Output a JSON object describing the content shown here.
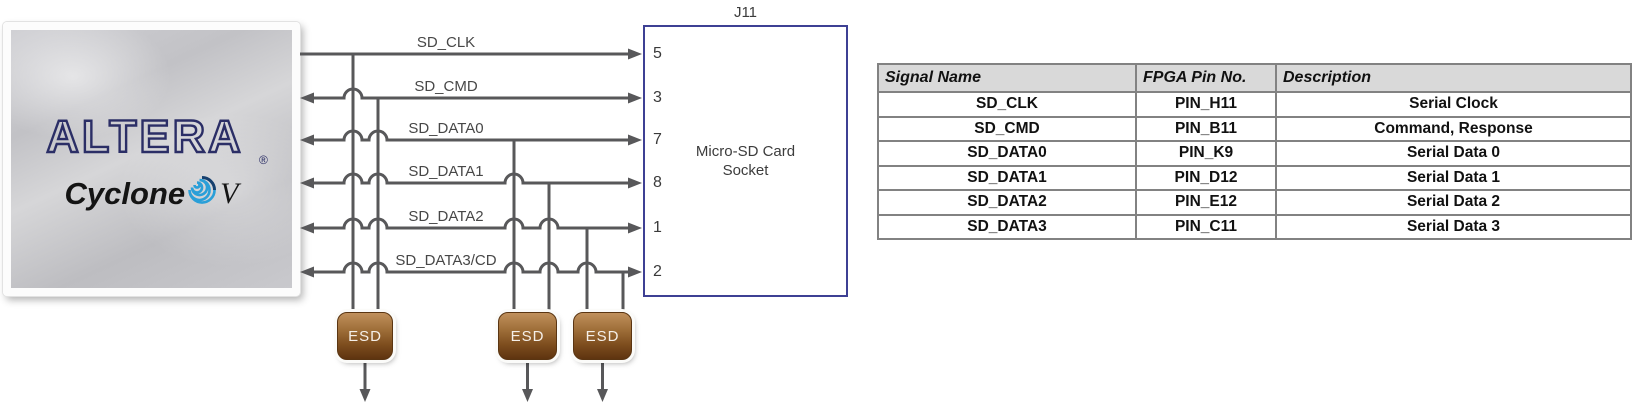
{
  "diagram": {
    "chip": {
      "brand": "ALTERA",
      "registered_mark": "®",
      "family": "Cyclone",
      "family_suffix": "V"
    },
    "connector": {
      "designator": "J11",
      "title_line1": "Micro-SD Card",
      "title_line2": "Socket"
    },
    "esd_label": "ESD",
    "signals": [
      {
        "name": "SD_CLK",
        "pin": "5",
        "direction": "to-socket"
      },
      {
        "name": "SD_CMD",
        "pin": "3",
        "direction": "bidirectional"
      },
      {
        "name": "SD_DATA0",
        "pin": "7",
        "direction": "bidirectional"
      },
      {
        "name": "SD_DATA1",
        "pin": "8",
        "direction": "bidirectional"
      },
      {
        "name": "SD_DATA2",
        "pin": "1",
        "direction": "bidirectional"
      },
      {
        "name": "SD_DATA3/CD",
        "pin": "2",
        "direction": "bidirectional"
      }
    ]
  },
  "table": {
    "headers": [
      "Signal Name",
      "FPGA Pin No.",
      "Description"
    ],
    "rows": [
      [
        "SD_CLK",
        "PIN_H11",
        "Serial Clock"
      ],
      [
        "SD_CMD",
        "PIN_B11",
        "Command, Response"
      ],
      [
        "SD_DATA0",
        "PIN_K9",
        "Serial Data 0"
      ],
      [
        "SD_DATA1",
        "PIN_D12",
        "Serial Data 1"
      ],
      [
        "SD_DATA2",
        "PIN_E12",
        "Serial Data 2"
      ],
      [
        "SD_DATA3",
        "PIN_C11",
        "Serial Data 3"
      ]
    ]
  },
  "colors": {
    "wire": "#58585a",
    "label_text": "#474747",
    "connector_border": "#3e4094",
    "table_border": "#828282",
    "table_header_bg": "#d9d9d9",
    "esd_gradient_top": "#c0905c",
    "esd_gradient_bottom": "#5e3410",
    "altera_navy": "#2b2e66",
    "swirl_blue": "#2a9fd8"
  }
}
